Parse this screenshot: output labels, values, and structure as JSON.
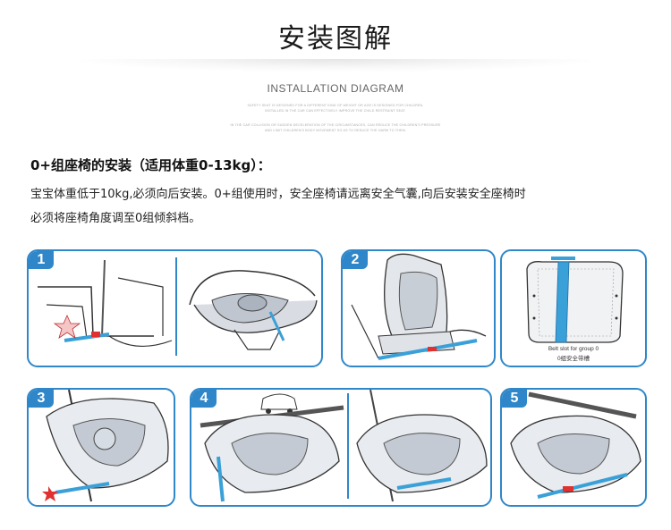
{
  "header": {
    "title": "安装图解",
    "subtitle": "INSTALLATION DIAGRAM",
    "fine_lines": [
      "SAFETY SEAT IS DESIGNED FOR A DIFFERENT KIND OF WEIGHT OR AGE IS DESIGNED FOR CHILDREN,",
      "INSTALLED IN THE CAR CAN EFFECTIVELY IMPROVE THE CHILD RESTRAINT SEAT.",
      "IN THE CAR COLLISION OR SUDDEN DECELERATION OF THE CIRCUMSTANCES, CAN REDUCE THE CHILDREN'S PRESSURE",
      "AND LIMIT CHILDREN'S BODY MOVEMENT SO AS TO REDUCE THE HARM TO THEM."
    ]
  },
  "section": {
    "heading": "0+组座椅的安装（适用体重0-13kg）：",
    "lines": [
      "宝宝体重低于10kg,必须向后安装。0+组使用时，安全座椅请远离安全气囊,向后安装安全座椅时",
      "必须将座椅角度调至0组倾斜档。"
    ]
  },
  "steps": [
    {
      "number": "1"
    },
    {
      "number": "2"
    },
    {
      "number": ""
    },
    {
      "number": "3"
    },
    {
      "number": "4"
    },
    {
      "number": "5"
    }
  ],
  "slot_label": {
    "line1": "Belt slot for group 0",
    "line2": "0组安全带槽"
  },
  "colors": {
    "accent": "#2f87c9",
    "belt": "#3aa0d8",
    "buckle": "#e03030"
  }
}
